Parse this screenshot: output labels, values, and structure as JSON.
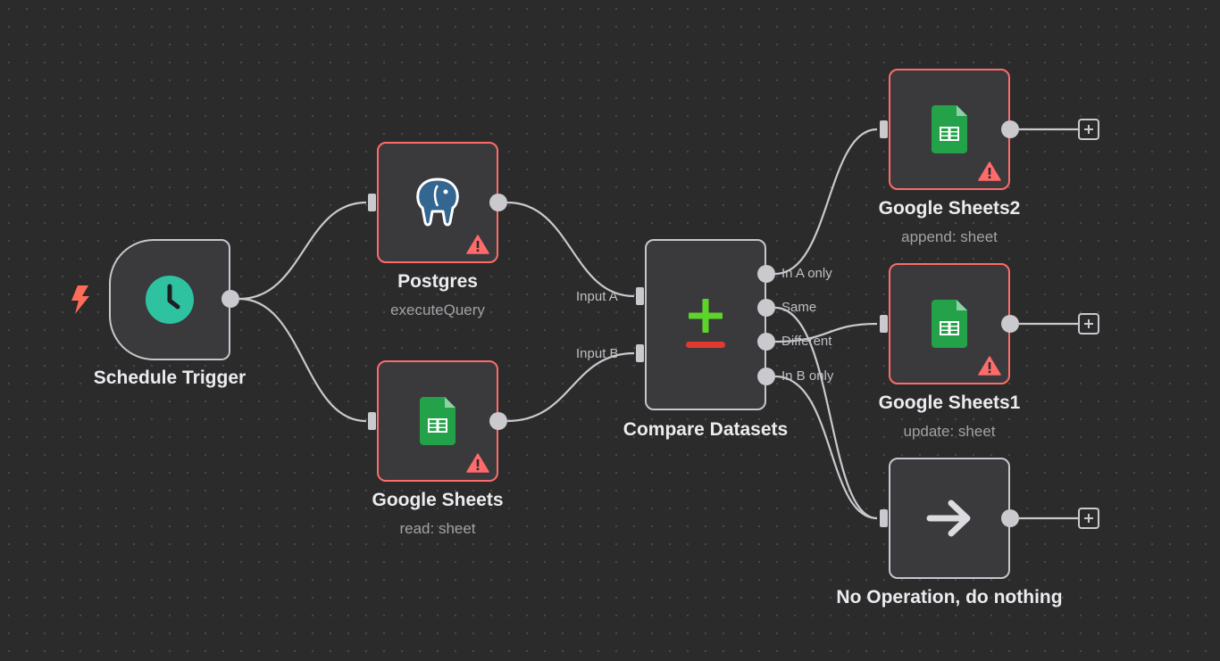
{
  "nodes": {
    "schedule": {
      "title": "Schedule Trigger",
      "icon": "clock-icon"
    },
    "postgres": {
      "title": "Postgres",
      "subtitle": "executeQuery",
      "icon": "postgres-elephant-icon"
    },
    "sheets": {
      "title": "Google Sheets",
      "subtitle": "read: sheet",
      "icon": "google-sheets-icon"
    },
    "compare": {
      "title": "Compare Datasets",
      "icon": "compare-plus-minus-icon",
      "inputs": [
        "Input A",
        "Input B"
      ],
      "outputs": [
        "In A only",
        "Same",
        "Different",
        "In B only"
      ]
    },
    "sheets2": {
      "title": "Google Sheets2",
      "subtitle": "append: sheet",
      "icon": "google-sheets-icon"
    },
    "sheets1": {
      "title": "Google Sheets1",
      "subtitle": "update: sheet",
      "icon": "google-sheets-icon"
    },
    "noop": {
      "title": "No Operation, do nothing",
      "icon": "arrow-right-icon"
    }
  },
  "colors": {
    "canvas_bg": "#2b2b2b",
    "node_bg": "#3a3a3d",
    "node_border": "#c6c6cc",
    "error_border": "#ff6b6b",
    "trigger_bolt": "#ff6d5a",
    "clock": "#2fc2a0",
    "sheets_green": "#23a249",
    "compare_plus": "#5cd42a",
    "compare_minus": "#e03a2f"
  }
}
